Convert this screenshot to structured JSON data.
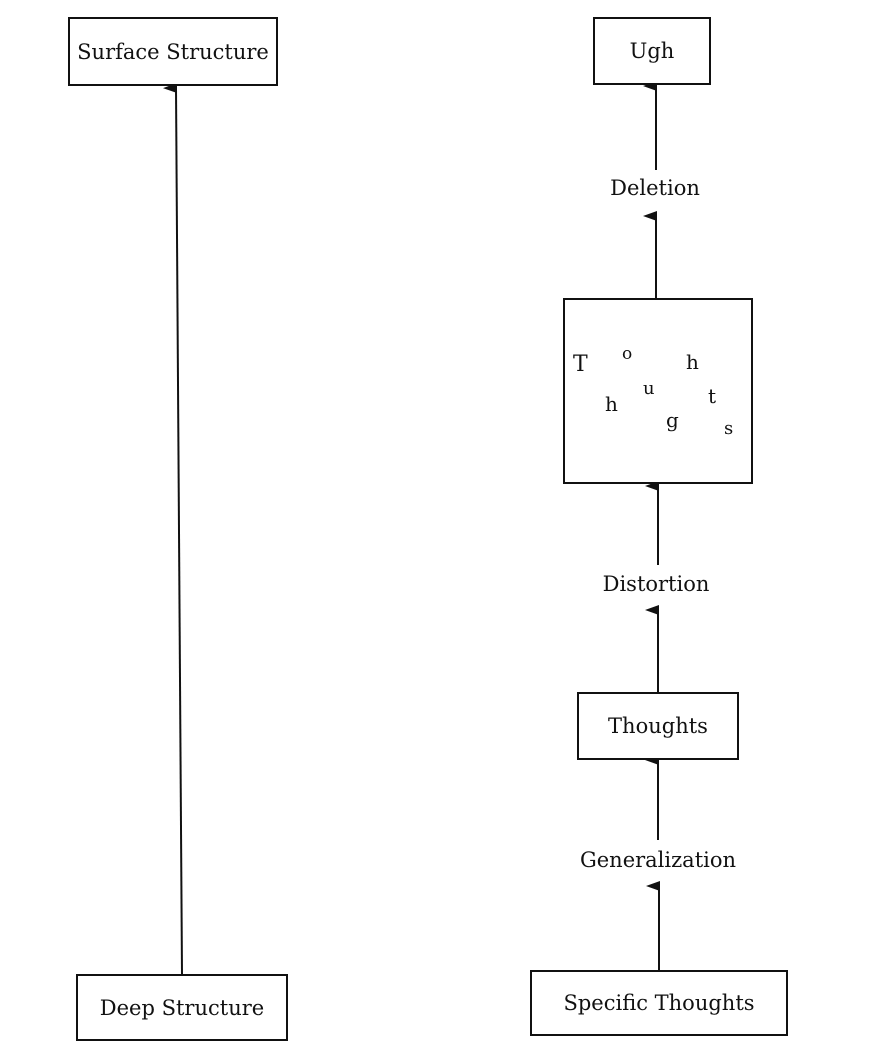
{
  "left_column": {
    "top_box": "Surface Structure",
    "bottom_box": "Deep Structure"
  },
  "right_column": {
    "top_box": "Ugh",
    "deletion_label": "Deletion",
    "scrambled_letters": [
      "T",
      "o",
      "h",
      "u",
      "h",
      "t",
      "g",
      "s"
    ],
    "distortion_label": "Distortion",
    "thoughts_box": "Thoughts",
    "generalization_label": "Generalization",
    "bottom_box": "Specific Thoughts"
  },
  "colors": {
    "ink": "#111111",
    "background": "#ffffff"
  }
}
